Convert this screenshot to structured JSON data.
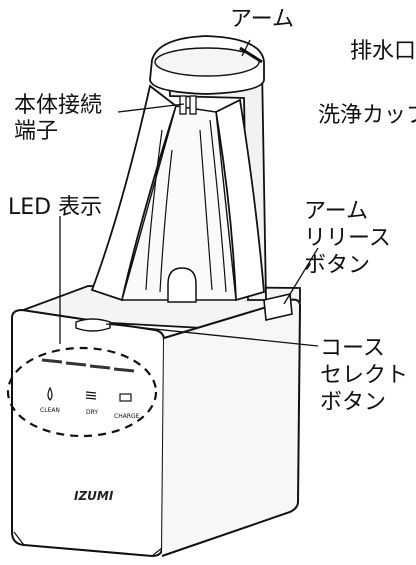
{
  "labels": {
    "arm": "アーム",
    "drain": "排水口",
    "terminal_line1": "本体接続",
    "terminal_line2": "端子",
    "cup": "洗浄カップ",
    "led": "LED 表示",
    "arm_release_line1": "アーム",
    "arm_release_line2": "リリース",
    "arm_release_line3": "ボタン",
    "course_line1": "コース",
    "course_line2": "セレクト",
    "course_line3": "ボタン"
  },
  "panel": {
    "clean": "CLEAN",
    "dry": "DRY",
    "charge": "CHARGE",
    "logo": "IZUMI"
  }
}
